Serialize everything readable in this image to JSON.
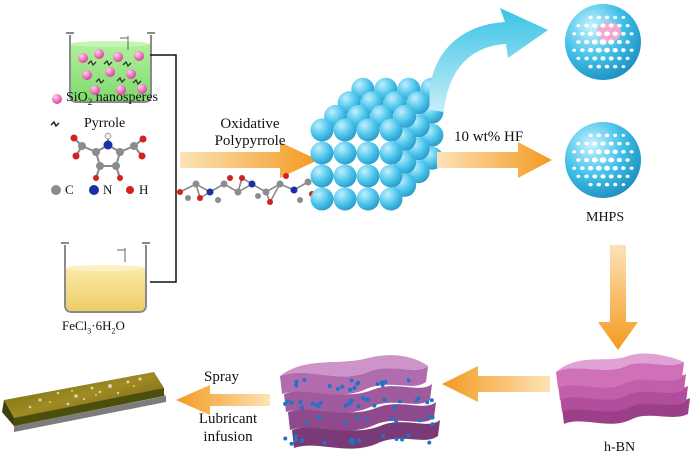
{
  "labels": {
    "sio2_a": "SiO",
    "sio2_sub": "2",
    "sio2_b": " nanosperes",
    "pyrrole": "Pyrrole",
    "atom_c": "C",
    "atom_n": "N",
    "atom_h": "H",
    "fecl3_a": "FeCl",
    "fecl3_sub1": "3",
    "fecl3_b": "·6H",
    "fecl3_sub2": "2",
    "fecl3_c": "O",
    "oxidative_line1": "Oxidative",
    "oxidative_line2": "Polypyrrole",
    "hf": "10 wt% HF",
    "mhps": "MHPS",
    "hbn": "h-BN",
    "spray": "Spray",
    "lubricant_line1": "Lubricant",
    "lubricant_line2": "infusion"
  },
  "colors": {
    "sphere_blue": "#3fc0e8",
    "arrow_orange": "#f39a1e",
    "arrow_cyan": "#3ac3e6",
    "green_solution": "#8fe37a",
    "yellow_solution": "#f3dc86",
    "sheet_purple": "#b45aa0",
    "film_olive": "#8a7a1a"
  },
  "icons": [
    "beaker-icon",
    "pyrrole-molecule-icon",
    "polypyrrole-chain-icon",
    "sphere-cube-icon",
    "hollow-sphere-icon",
    "hbn-sheets-icon",
    "coated-film-icon"
  ]
}
